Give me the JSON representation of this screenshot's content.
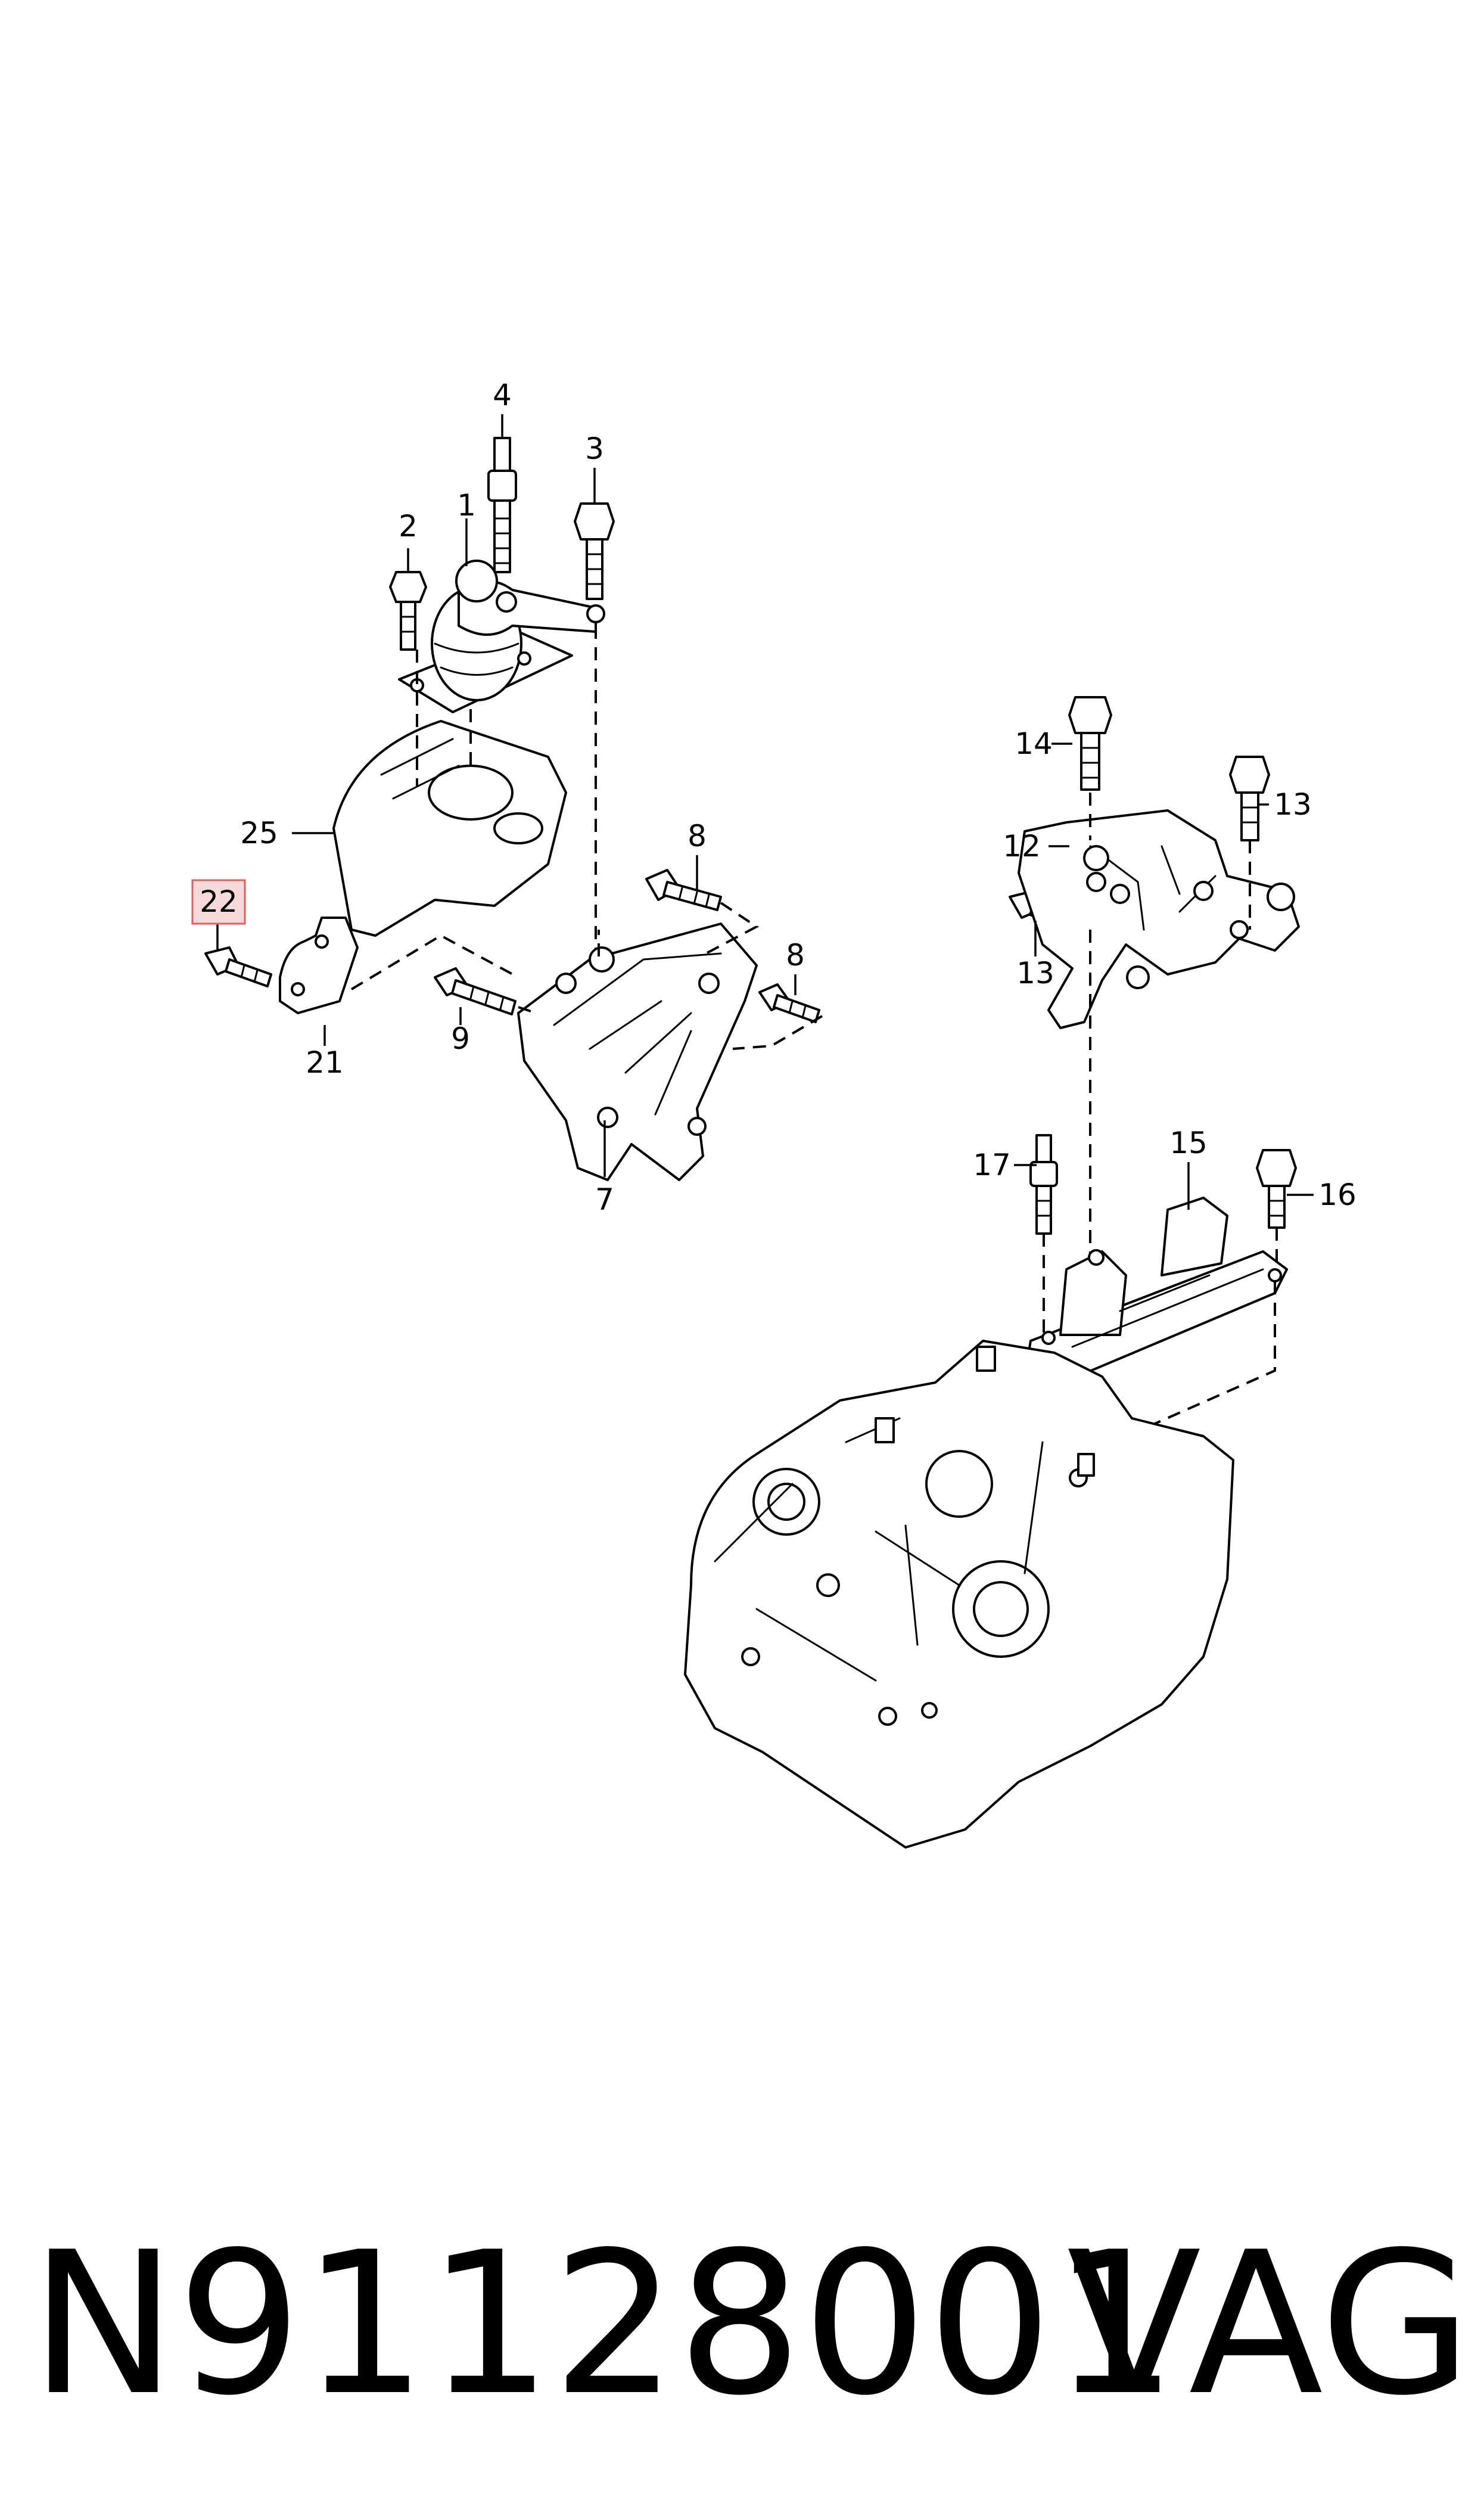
{
  "callouts": {
    "c1": "1",
    "c2": "2",
    "c3": "3",
    "c4": "4",
    "c7": "7",
    "c8a": "8",
    "c8b": "8",
    "c9": "9",
    "c12": "12",
    "c13a": "13",
    "c13b": "13",
    "c14": "14",
    "c15": "15",
    "c16": "16",
    "c17": "17",
    "c21": "21",
    "c22": "22",
    "c25": "25"
  },
  "highlight": {
    "callout": "22",
    "fill": "#f8d9d9",
    "border": "#e06060"
  },
  "footer": {
    "part_number": "N91128001",
    "brand": "VAG"
  }
}
